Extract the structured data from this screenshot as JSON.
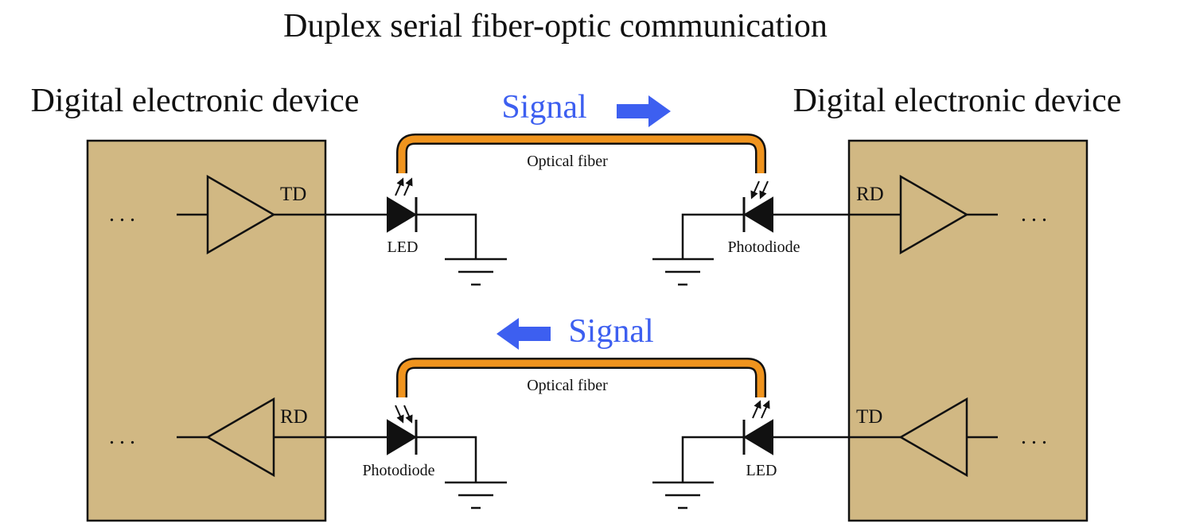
{
  "title": "Duplex serial fiber-optic communication",
  "colors": {
    "device_fill": "#d1b883",
    "fiber": "#f0941e",
    "signal": "#3d5ff0",
    "ink": "#111111"
  },
  "devices": {
    "left": {
      "label": "Digital electronic device"
    },
    "right": {
      "label": "Digital electronic device"
    }
  },
  "channels": {
    "top": {
      "signal_label": "Signal",
      "signal_direction": "right",
      "fiber_label": "Optical fiber",
      "left_pin": "TD",
      "left_component": "LED",
      "right_pin": "RD",
      "right_component": "Photodiode",
      "dots": "..."
    },
    "bottom": {
      "signal_label": "Signal",
      "signal_direction": "left",
      "fiber_label": "Optical fiber",
      "left_pin": "RD",
      "left_component": "Photodiode",
      "right_pin": "TD",
      "right_component": "LED",
      "dots": "..."
    }
  },
  "icons": {
    "arrow": "arrow-block-icon",
    "ground": "ground-symbol-icon",
    "light_rays": "light-rays-icon"
  }
}
